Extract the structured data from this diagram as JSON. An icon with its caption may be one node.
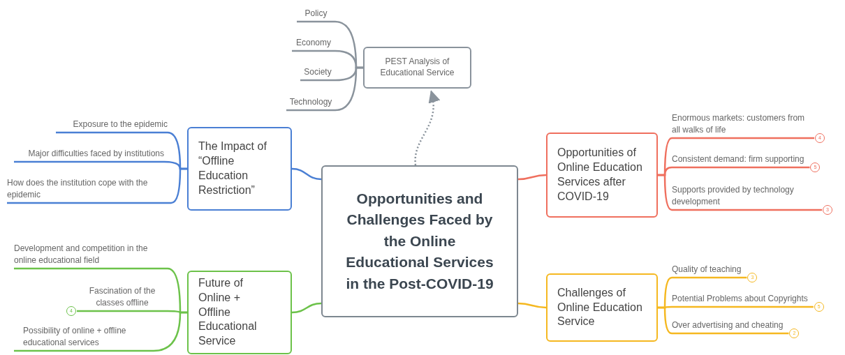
{
  "diagram": {
    "nodes": [
      {
        "text": [
          "Opportunities and Challenges Faced by the Online Educational Services in the Post-COVID-19"
        ]
      },
      {
        "text": [
          "PEST Analysis of Educational Service"
        ]
      },
      {
        "text": [
          "Policy"
        ]
      },
      {
        "text": [
          "Economy"
        ]
      },
      {
        "text": [
          "Society"
        ]
      },
      {
        "text": [
          "Technology"
        ]
      },
      {
        "text": [
          "The Impact of “Offline Education Restriction”"
        ]
      },
      {
        "text": [
          "Exposure to the epidemic"
        ]
      },
      {
        "text": [
          "Major difficulties faced by institutions"
        ]
      },
      {
        "text": [
          "How does the institution cope with the epidemic"
        ]
      },
      {
        "text": [
          "Opportunities of Online Education Services after COVID-19"
        ]
      },
      {
        "text": [
          "Enormous markets: customers from all walks of life"
        ]
      },
      {
        "text": [
          "Consistent demand: firm supporting"
        ]
      },
      {
        "text": [
          "Supports provided by technology development"
        ]
      },
      {
        "text": [
          "Future of Online + Offline Educational Service"
        ]
      },
      {
        "text": [
          "Development and competition in the online educational field"
        ]
      },
      {
        "text": [
          "Fascination of the classes offline"
        ]
      },
      {
        "text": [
          "Possibility of online + offline educational services"
        ]
      },
      {
        "text": [
          "Challenges of Online Education Service"
        ]
      },
      {
        "text": [
          "Quality of teaching"
        ]
      },
      {
        "text": [
          "Potential Problems about Copyrights"
        ]
      },
      {
        "text": [
          "Over advertising and cheating"
        ]
      }
    ],
    "edges": [
      {
        "from": 0,
        "to": 1,
        "arrow": "to",
        "style": "dashed",
        "color": "#8a939c"
      },
      {
        "from": 1,
        "to": 2,
        "arrow": "none",
        "color": "#8a939c"
      },
      {
        "from": 1,
        "to": 3,
        "arrow": "none",
        "color": "#8a939c"
      },
      {
        "from": 1,
        "to": 4,
        "arrow": "none",
        "color": "#8a939c"
      },
      {
        "from": 1,
        "to": 5,
        "arrow": "none",
        "color": "#8a939c"
      },
      {
        "from": 0,
        "to": 6,
        "arrow": "none",
        "color": "#4a7fd4"
      },
      {
        "from": 6,
        "to": 7,
        "arrow": "none",
        "color": "#4a7fd4"
      },
      {
        "from": 6,
        "to": 8,
        "arrow": "none",
        "color": "#4a7fd4"
      },
      {
        "from": 6,
        "to": 9,
        "arrow": "none",
        "color": "#4a7fd4"
      },
      {
        "from": 0,
        "to": 10,
        "arrow": "none",
        "color": "#ef6f5e"
      },
      {
        "from": 10,
        "to": 11,
        "arrow": "none",
        "color": "#ef6f5e"
      },
      {
        "from": 10,
        "to": 12,
        "arrow": "none",
        "color": "#ef6f5e"
      },
      {
        "from": 10,
        "to": 13,
        "arrow": "none",
        "color": "#ef6f5e"
      },
      {
        "from": 0,
        "to": 14,
        "arrow": "none",
        "color": "#6cc24a"
      },
      {
        "from": 14,
        "to": 15,
        "arrow": "none",
        "color": "#6cc24a"
      },
      {
        "from": 14,
        "to": 16,
        "arrow": "none",
        "color": "#6cc24a"
      },
      {
        "from": 14,
        "to": 17,
        "arrow": "none",
        "color": "#6cc24a"
      },
      {
        "from": 0,
        "to": 18,
        "arrow": "none",
        "color": "#f5b820"
      },
      {
        "from": 18,
        "to": 19,
        "arrow": "none",
        "color": "#f5b820"
      },
      {
        "from": 18,
        "to": 20,
        "arrow": "none",
        "color": "#f5b820"
      },
      {
        "from": 18,
        "to": 21,
        "arrow": "none",
        "color": "#f5b820"
      }
    ],
    "labels": [
      "4",
      "5",
      "3",
      "3",
      "5",
      "2",
      "4"
    ]
  }
}
